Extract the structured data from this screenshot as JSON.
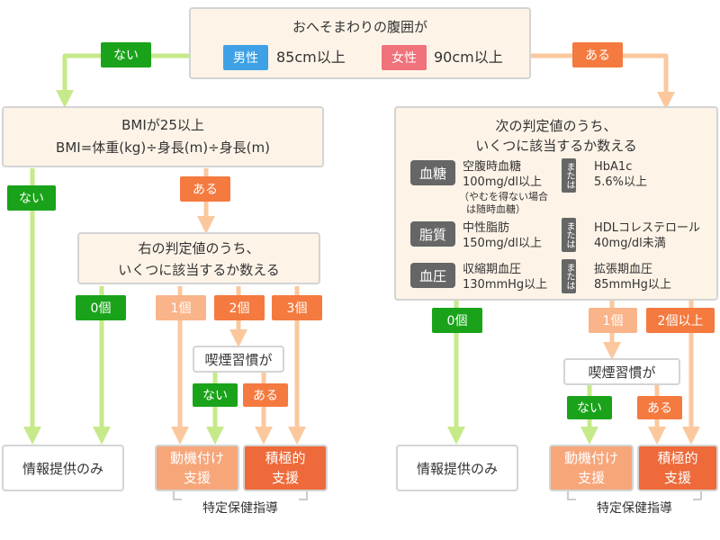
{
  "top": {
    "title": "おへそまわりの腹囲が",
    "male_tag": "男性",
    "male_value": "85cm以上",
    "female_tag": "女性",
    "female_value": "90cm以上",
    "no_label": "ない",
    "yes_label": "ある"
  },
  "left": {
    "bmi_line1": "BMIが25以上",
    "bmi_line2": "BMI=体重(kg)÷身長(m)÷身長(m)",
    "no_label": "ない",
    "yes_label": "ある",
    "judge_line1": "右の判定値のうち、",
    "judge_line2": "いくつに該当するか数える",
    "count0": "0個",
    "count1": "1個",
    "count2": "2個",
    "count3": "3個",
    "smoking": "喫煙習慣が",
    "smoke_no": "ない",
    "smoke_yes": "ある",
    "info_only": "情報提供のみ",
    "motivation_1": "動機付け",
    "motivation_2": "支援",
    "active_1": "積極的",
    "active_2": "支援",
    "guidance": "特定保健指導"
  },
  "right": {
    "judge_line1": "次の判定値のうち、",
    "judge_line2": "いくつに該当するか数える",
    "criteria": [
      {
        "tag": "血糖",
        "a1": "空腹時血糖",
        "a2": "100mg/dl以上",
        "note1": "（やむを得ない場合",
        "note2": "は随時血糖）",
        "or": "または",
        "b1": "HbA1c",
        "b2": "5.6%以上"
      },
      {
        "tag": "脂質",
        "a1": "中性脂肪",
        "a2": "150mg/dl以上",
        "or": "または",
        "b1": "HDLコレステロール",
        "b2": "40mg/dl未満"
      },
      {
        "tag": "血圧",
        "a1": "収縮期血圧",
        "a2": "130mmHg以上",
        "or": "または",
        "b1": "拡張期血圧",
        "b2": "85mmHg以上"
      }
    ],
    "count0": "0個",
    "count1": "1個",
    "count2plus": "2個以上",
    "smoking": "喫煙習慣が",
    "smoke_no": "ない",
    "smoke_yes": "ある",
    "info_only": "情報提供のみ",
    "motivation_1": "動機付け",
    "motivation_2": "支援",
    "active_1": "積極的",
    "active_2": "支援",
    "guidance": "特定保健指導"
  },
  "colors": {
    "box_fill": "#fdf3e7",
    "green": "#1aa31a",
    "green_arrow": "#c6ea8a",
    "orange": "#f47a40",
    "peach": "#f9b48a",
    "arrow_orange": "#fbc89e",
    "male": "#3ea1e6",
    "female": "#f0727a"
  }
}
